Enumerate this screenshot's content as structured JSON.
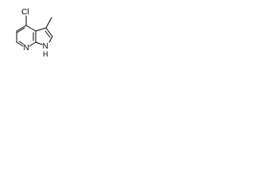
{
  "molecule": {
    "atoms": {
      "chlorine": "Cl",
      "pyridine_nitrogen": "N",
      "pyrrole_nitrogen": "N",
      "pyrrole_hydrogen": "H"
    },
    "colors": {
      "bond": "#000000",
      "label": "#000000",
      "background": "#ffffff"
    }
  }
}
